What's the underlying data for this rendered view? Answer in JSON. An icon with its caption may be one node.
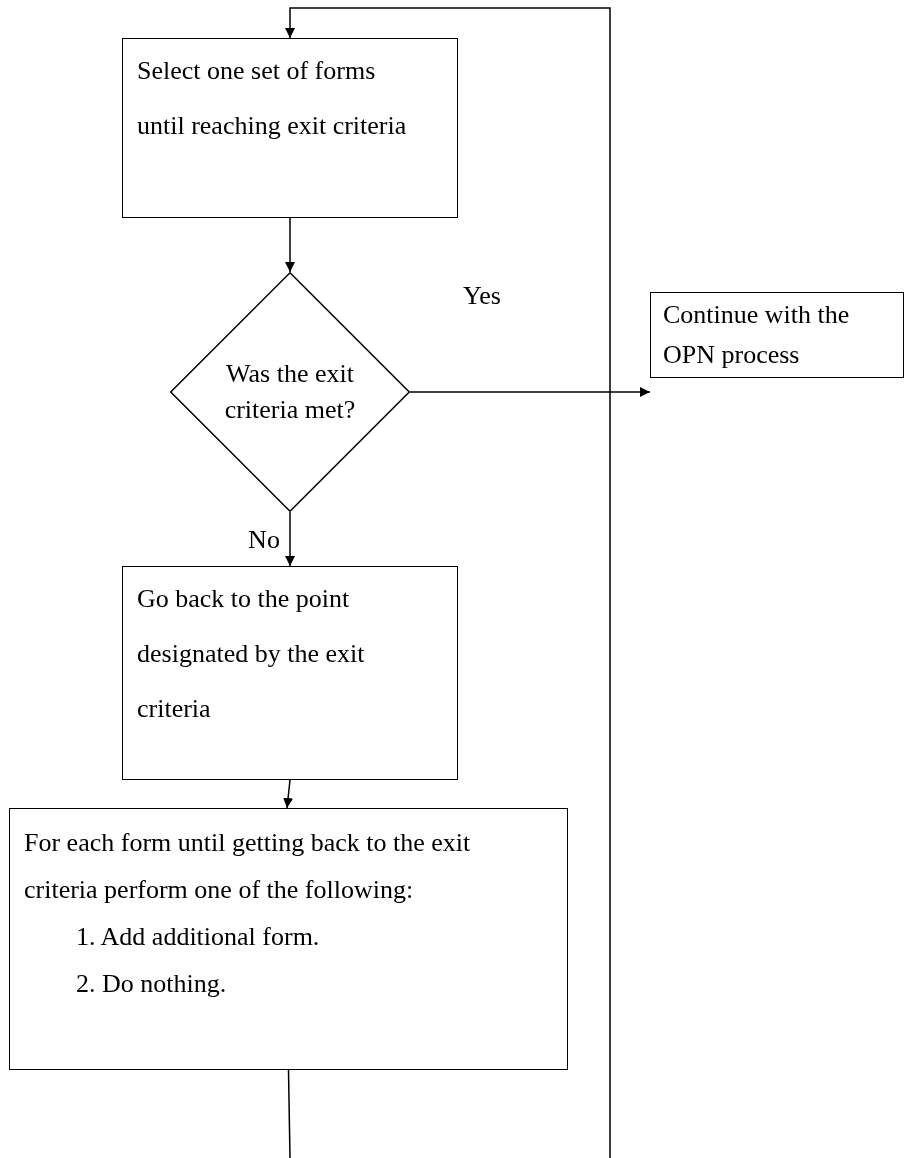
{
  "diagram": {
    "nodes": [
      {
        "text": [
          "Select one set of forms until reaching exit criteria"
        ]
      },
      {
        "text": [
          "Was the exit criteria met?"
        ]
      },
      {
        "text": [
          "Continue with the OPN process"
        ]
      },
      {
        "text": [
          "Go back to the point designated by the exit criteria"
        ]
      },
      {
        "text": [
          "For each form until getting back to the exit criteria perform one of the following:",
          "1. Add additional form.",
          "2. Do nothing."
        ]
      }
    ],
    "edges": [
      {
        "from": 0,
        "to": 1,
        "arrow": "to"
      },
      {
        "from": 1,
        "to": 2,
        "arrow": "to",
        "label": "Yes"
      },
      {
        "from": 1,
        "to": 3,
        "arrow": "to",
        "label": "No"
      },
      {
        "from": 3,
        "to": 4,
        "arrow": "to"
      },
      {
        "from": 4,
        "to": null,
        "arrow": "none"
      },
      {
        "from": null,
        "to": 0,
        "arrow": "to"
      }
    ]
  }
}
